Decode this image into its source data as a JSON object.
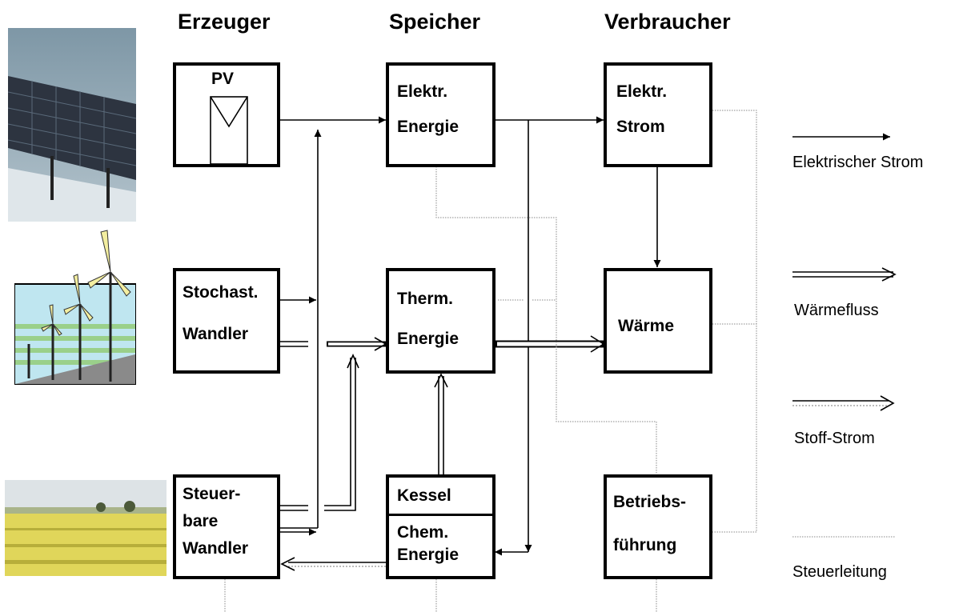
{
  "columns": {
    "generators": "Erzeuger",
    "storage": "Speicher",
    "consumers": "Verbraucher"
  },
  "boxes": {
    "pv": {
      "label": "PV"
    },
    "stochastic": {
      "line1": "Stochast.",
      "line2": "Wandler"
    },
    "controllable": {
      "line1": "Steuer-",
      "line2": "bare",
      "line3": "Wandler"
    },
    "elec_energy": {
      "line1": "Elektr.",
      "line2": "Energie"
    },
    "therm_energy": {
      "line1": "Therm.",
      "line2": "Energie"
    },
    "kessel": {
      "top": "Kessel",
      "line1": "Chem.",
      "line2": "Energie"
    },
    "elec_current": {
      "line1": "Elektr.",
      "line2": "Strom"
    },
    "heat": {
      "label": "Wärme"
    },
    "operation": {
      "line1": "Betriebs-",
      "line2": "führung"
    }
  },
  "legend": {
    "electric": "Elektrischer Strom",
    "heat_flow": "Wärmefluss",
    "material": "Stoff-Strom",
    "control": "Steuerleitung"
  },
  "images": {
    "solar": "solar-panel-photo",
    "wind": "wind-turbines-icon",
    "field": "rapeseed-field-photo"
  },
  "colors": {
    "line": "#000000",
    "control_line": "#888888"
  }
}
